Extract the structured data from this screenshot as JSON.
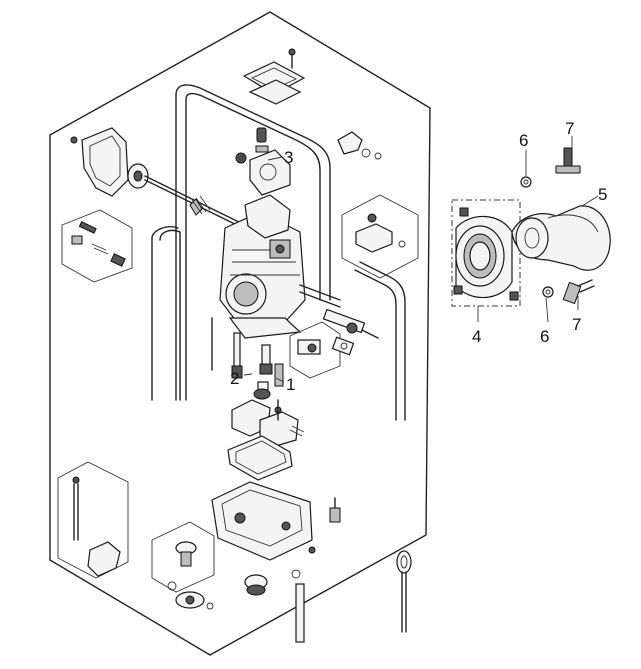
{
  "callouts": [
    {
      "id": "1",
      "text": "1"
    },
    {
      "id": "2",
      "text": "2"
    },
    {
      "id": "3",
      "text": "3"
    },
    {
      "id": "4",
      "text": "4"
    },
    {
      "id": "5",
      "text": "5"
    },
    {
      "id": "6a",
      "text": "6"
    },
    {
      "id": "6b",
      "text": "6"
    },
    {
      "id": "7a",
      "text": "7"
    },
    {
      "id": "7b",
      "text": "7"
    }
  ]
}
